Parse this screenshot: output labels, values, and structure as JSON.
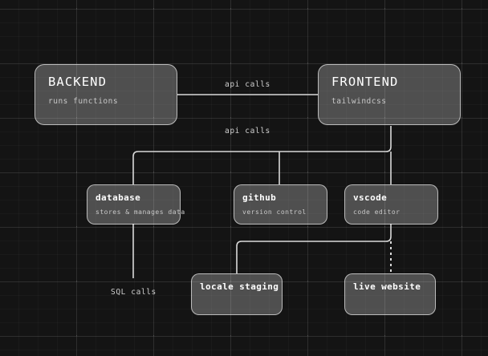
{
  "diagram": {
    "background_color": "#141414",
    "node_fill": "rgba(255,255,255,0.25)",
    "node_border": "rgba(255,255,255,0.62)",
    "edge_color": "#d9d9d9",
    "nodes": [
      {
        "id": "backend",
        "title": "BACKEND",
        "subtitle": "runs functions"
      },
      {
        "id": "frontend",
        "title": "FRONTEND",
        "subtitle": "tailwindcss"
      },
      {
        "id": "database",
        "title": "database",
        "subtitle": "stores & manages data"
      },
      {
        "id": "github",
        "title": "github",
        "subtitle": "version control"
      },
      {
        "id": "vscode",
        "title": "vscode",
        "subtitle": "code editor"
      },
      {
        "id": "staging",
        "title": "locale staging",
        "subtitle": ""
      },
      {
        "id": "live",
        "title": "live website",
        "subtitle": ""
      }
    ],
    "edge_labels": [
      {
        "id": "api-calls-top",
        "text": "api calls"
      },
      {
        "id": "api-calls-bottom",
        "text": "api calls"
      },
      {
        "id": "sql-calls",
        "text": "SQL calls"
      }
    ]
  }
}
